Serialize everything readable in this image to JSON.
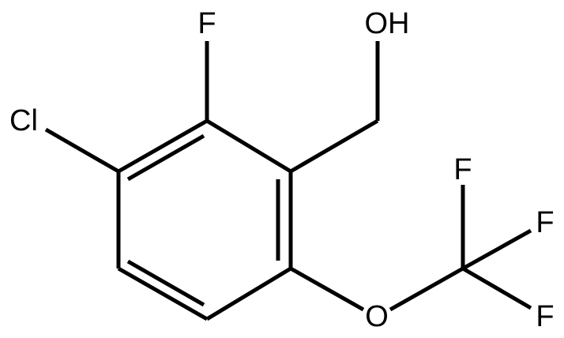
{
  "atom_labels": {
    "hydroxyl": "OH",
    "fluoro_ring": "F",
    "chloro": "Cl",
    "ether_oxygen": "O",
    "cf3_f_top": "F",
    "cf3_f_right": "F",
    "cf3_f_bottom": "F"
  },
  "colors": {
    "bond": "#000000",
    "label": "#000000",
    "background": "#ffffff"
  }
}
